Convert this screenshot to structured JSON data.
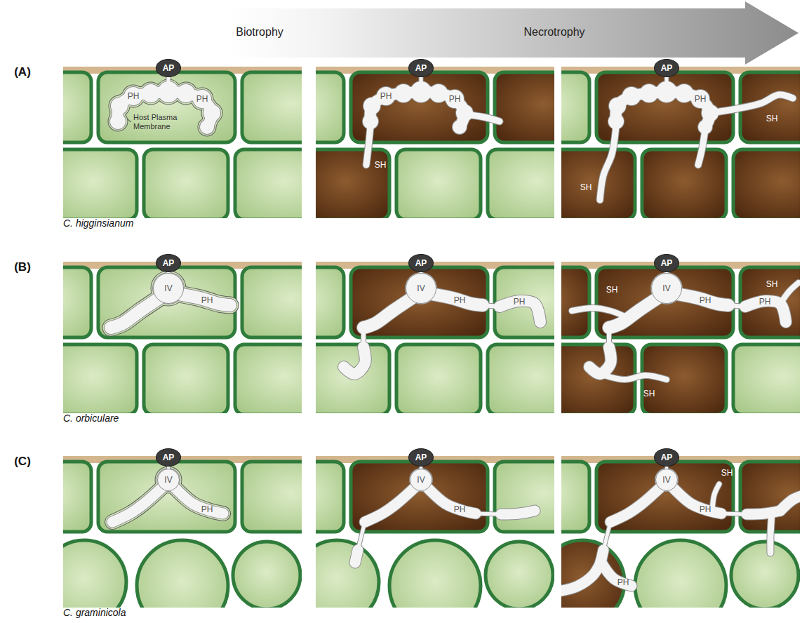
{
  "diagram": {
    "nodes": [
      {
        "text": [
          "AP"
        ]
      },
      {
        "text": [
          "AP"
        ]
      },
      {
        "text": [
          "AP"
        ]
      },
      {
        "text": [
          "AP"
        ]
      },
      {
        "text": [
          "IV"
        ]
      },
      {
        "text": [
          "AP"
        ]
      },
      {
        "text": [
          "IV"
        ]
      },
      {
        "text": [
          "AP"
        ]
      },
      {
        "text": [
          "IV"
        ]
      },
      {
        "text": [
          "AP"
        ]
      },
      {
        "text": [
          "IV"
        ]
      },
      {
        "text": [
          "AP"
        ]
      },
      {
        "text": [
          "IV"
        ]
      },
      {
        "text": [
          "AP"
        ]
      },
      {
        "text": [
          "IV"
        ]
      }
    ],
    "labels": [
      "Biotrophy",
      "Necrotrophy",
      "(A)",
      "PH",
      "PH",
      "Host Plasma Membrane",
      "PH",
      "PH",
      "SH",
      "PH",
      "SH",
      "SH",
      "C. higginsianum",
      "(B)",
      "PH",
      "PH",
      "PH",
      "SH",
      "PH",
      "SH",
      "PH",
      "SH",
      "C. orbiculare",
      "(C)",
      "PH",
      "PH",
      "PH",
      "SH",
      "PH",
      "C. graminicola"
    ]
  }
}
